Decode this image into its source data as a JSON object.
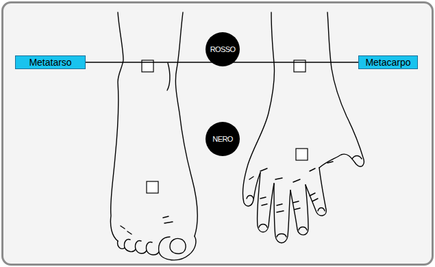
{
  "diagram": {
    "nodes": [
      {
        "text": [
          "ROSSO"
        ]
      },
      {
        "text": [
          "Metatarso"
        ]
      },
      {
        "text": [
          "Metacarpo"
        ]
      },
      {
        "text": [
          "NERO"
        ]
      }
    ],
    "edges": [
      {
        "from": 1,
        "to": 2,
        "arrow": "none"
      }
    ]
  }
}
